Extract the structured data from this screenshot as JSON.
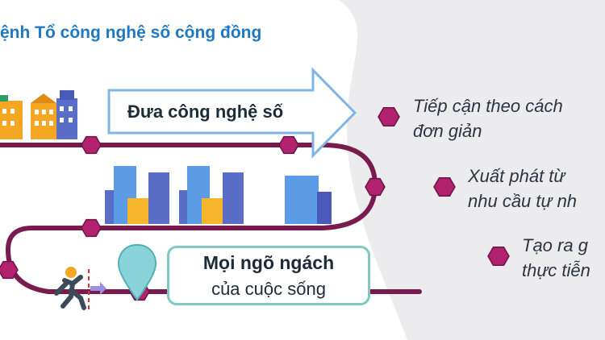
{
  "title": "ệnh Tổ công nghệ số cộng đồng",
  "banner": {
    "label": "Đưa công nghệ số"
  },
  "callout": {
    "line1": "Mọi ngõ ngách",
    "line2": "của cuộc sống"
  },
  "bullets": [
    {
      "line1": "Tiếp cận theo cách",
      "line2": "đơn giản"
    },
    {
      "line1": "Xuất phát từ",
      "line2": "nhu cầu tự nh"
    },
    {
      "line1": "Tạo ra g",
      "line2": "thực tiễn"
    }
  ],
  "colors": {
    "title": "#1f78c3",
    "road": "#7a1b4f",
    "hexagon": "#b2226e",
    "arrow_stroke": "#7fb5e4",
    "box_border": "#7fc9c2",
    "background_shape": "#ececee",
    "pin": "#8ad3d8"
  },
  "icons": [
    "city-buildings-icon",
    "running-person-exit-icon",
    "location-pin-icon"
  ]
}
